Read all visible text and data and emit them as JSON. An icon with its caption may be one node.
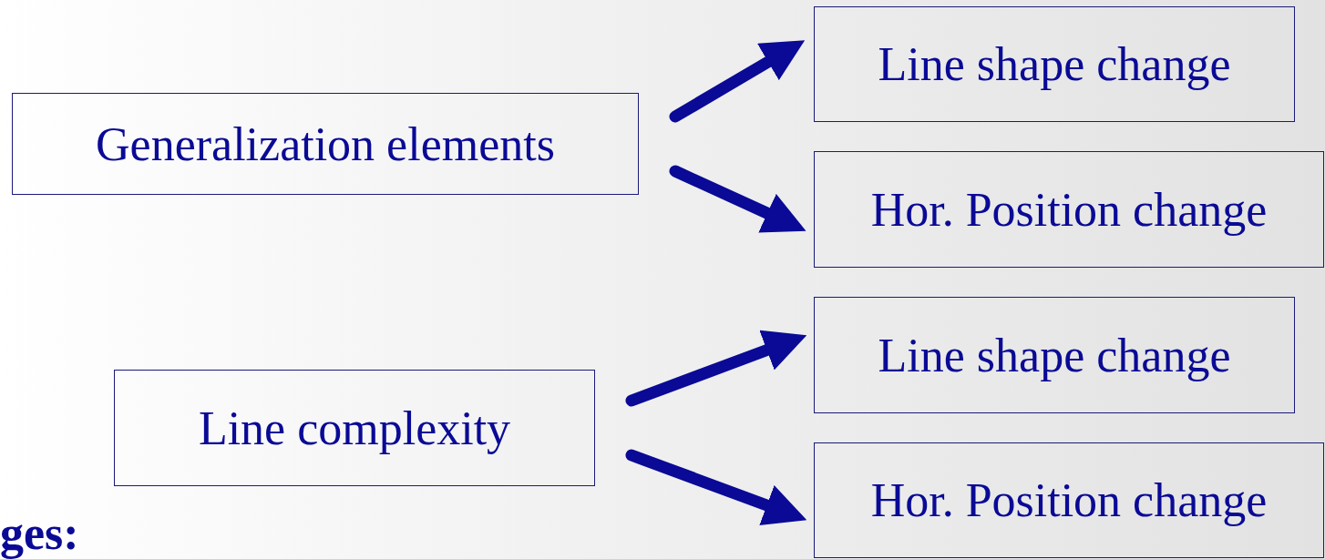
{
  "diagram": {
    "nodes": [
      {
        "text": [
          "Generalization elements"
        ]
      },
      {
        "text": [
          "Line shape change"
        ]
      },
      {
        "text": [
          "Hor. Position change"
        ]
      },
      {
        "text": [
          "Line complexity"
        ]
      },
      {
        "text": [
          "Line shape change"
        ]
      },
      {
        "text": [
          "Hor. Position change"
        ]
      }
    ],
    "edges": [
      {
        "from": 0,
        "to": 1,
        "arrow": "to"
      },
      {
        "from": 0,
        "to": 2,
        "arrow": "to"
      },
      {
        "from": 3,
        "to": 4,
        "arrow": "to"
      },
      {
        "from": 3,
        "to": 5,
        "arrow": "to"
      }
    ],
    "labels": [
      "ges:"
    ]
  }
}
